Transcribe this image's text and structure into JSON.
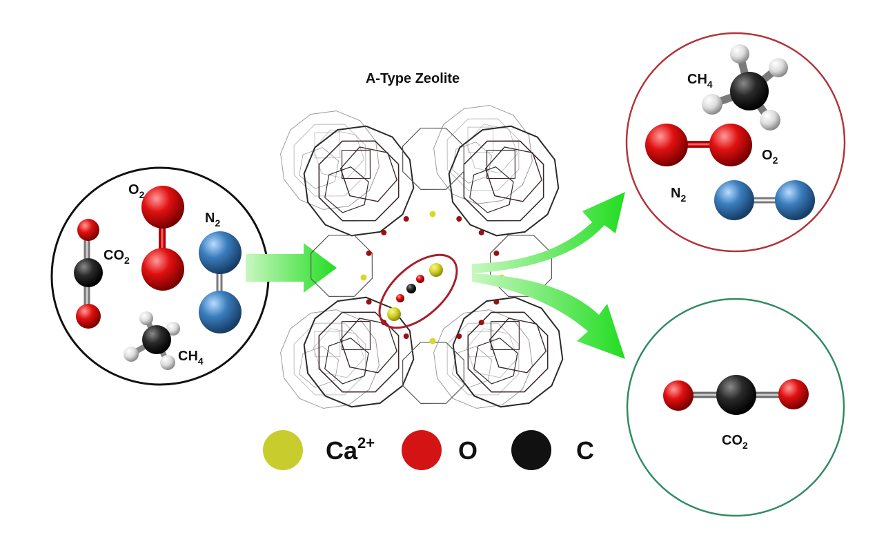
{
  "title": "A-Type Zeolite",
  "input_mixture": {
    "labels": {
      "co2": "CO",
      "co2_sub": "2",
      "o2": "O",
      "o2_sub": "2",
      "n2": "N",
      "n2_sub": "2",
      "ch4": "CH",
      "ch4_sub": "4"
    }
  },
  "output_passed": {
    "labels": {
      "ch4": "CH",
      "ch4_sub": "4",
      "o2": "O",
      "o2_sub": "2",
      "n2": "N",
      "n2_sub": "2"
    },
    "border_color": "#b0343a"
  },
  "output_captured": {
    "labels": {
      "co2": "CO",
      "co2_sub": "2"
    },
    "border_color": "#2e8b63"
  },
  "legend": [
    {
      "label": "Ca",
      "sup": "2+",
      "color": "#c8cc2c"
    },
    {
      "label": "O",
      "sup": "",
      "color": "#d41414"
    },
    {
      "label": "C",
      "sup": "",
      "color": "#111111"
    }
  ],
  "colors": {
    "arrow": "#2ee02e",
    "oxygen": "#d41414",
    "carbon": "#2b2b2b",
    "nitrogen": "#3878b4",
    "hydrogen": "#e6e6e6",
    "calcium": "#d8d82a",
    "highlight_ring": "#a81e2a"
  }
}
